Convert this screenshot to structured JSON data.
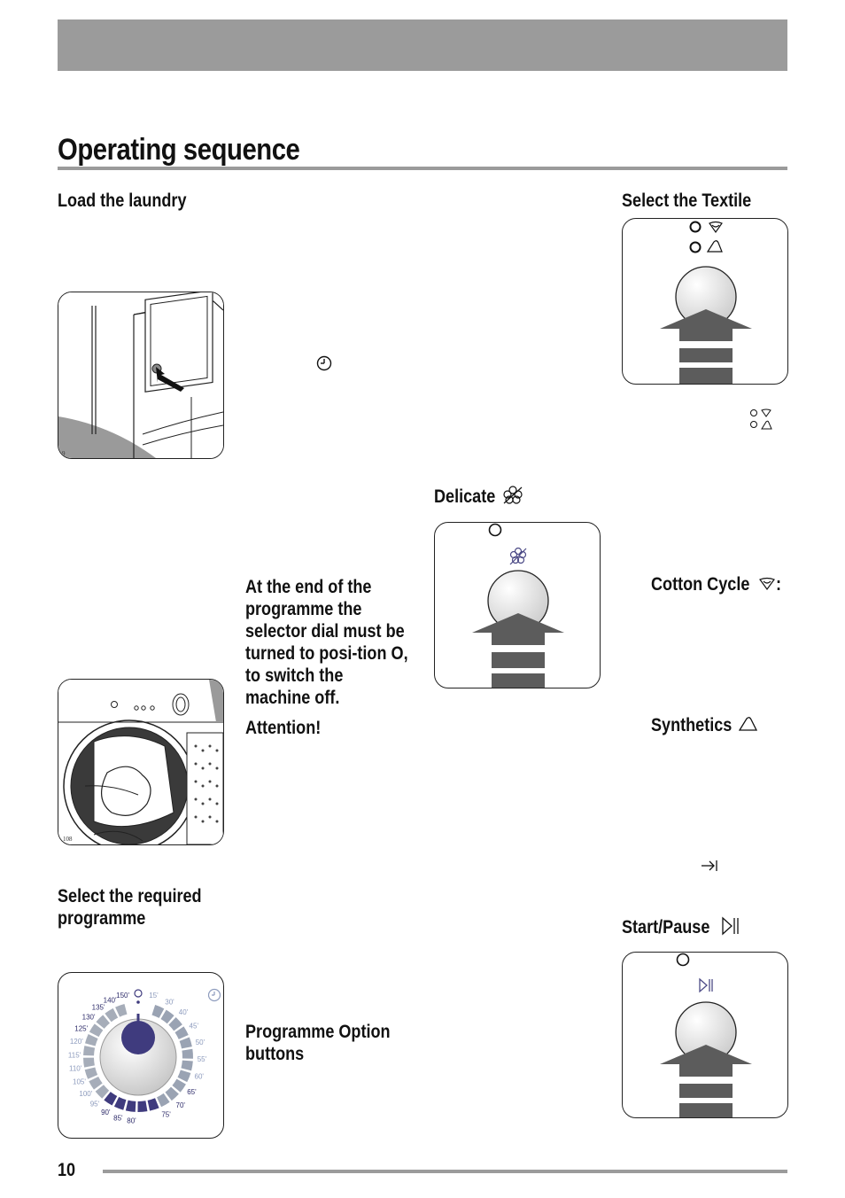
{
  "page_title": "Operating sequence",
  "page_number": "10",
  "sections": {
    "load_laundry": {
      "heading": "Load the laundry"
    },
    "select_textile": {
      "heading": "Select the Textile"
    },
    "delicate": {
      "heading": "Delicate"
    },
    "cotton_cycle": {
      "heading": "Cotton Cycle",
      "suffix": ":"
    },
    "synthetics": {
      "heading": "Synthetics"
    },
    "end_notice": {
      "text": "At the end of the programme the selector dial must be turned to posi-tion O, to switch the machine off.",
      "attention": "Attention!"
    },
    "select_programme": {
      "heading": "Select the required programme"
    },
    "programme_options": {
      "heading": "Programme Option buttons"
    },
    "start_pause": {
      "heading": "Start/Pause"
    }
  },
  "illustrations": {
    "dryer_door_code": "9",
    "drum_loading_code": "108"
  },
  "dial": {
    "labels_left": [
      "150'",
      "140'",
      "135'",
      "130'",
      "125'",
      "120'",
      "115'",
      "110'",
      "105'",
      "100'",
      "95'",
      "90'",
      "85'",
      "80'"
    ],
    "labels_right": [
      "15'",
      "30'",
      "40'",
      "45'",
      "50'",
      "55'",
      "60'",
      "65'",
      "70'",
      "75'"
    ],
    "accent_color": "#3f3b7e"
  },
  "icons": {
    "timer": "timer-icon",
    "cotton": "cotton-icon",
    "synthetics": "synthetics-icon",
    "delicate": "delicate-flower-icon",
    "start_pause": "start-pause-icon",
    "end_of_cycle": "arrow-to-bar-icon"
  }
}
